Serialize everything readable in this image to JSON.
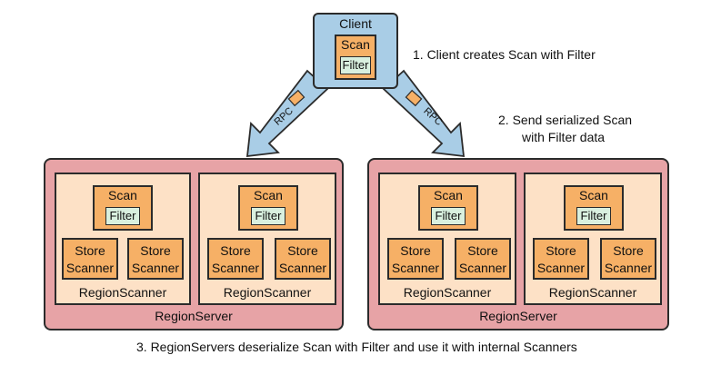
{
  "client": {
    "title": "Client",
    "scan": "Scan",
    "filter": "Filter"
  },
  "rpc_label": "RPC",
  "steps": {
    "step1": "1. Client creates Scan with Filter",
    "step2_line1": "2. Send serialized Scan",
    "step2_line2": "with Filter data",
    "step3": "3. RegionServers deserialize Scan with Filter and use it with internal Scanners"
  },
  "region_server_label": "RegionServer",
  "region_scanner_label": "RegionScanner",
  "scan_label": "Scan",
  "filter_label": "Filter",
  "store_scanner_line1": "Store",
  "store_scanner_line2": "Scanner",
  "colors": {
    "client_blue": "#a9cde6",
    "region_server_pink": "#e7a3a6",
    "region_scanner_peach": "#fde1c6",
    "scan_orange": "#f6b066",
    "filter_green": "#d9f0df",
    "arrow_blue": "#a9cde6"
  }
}
